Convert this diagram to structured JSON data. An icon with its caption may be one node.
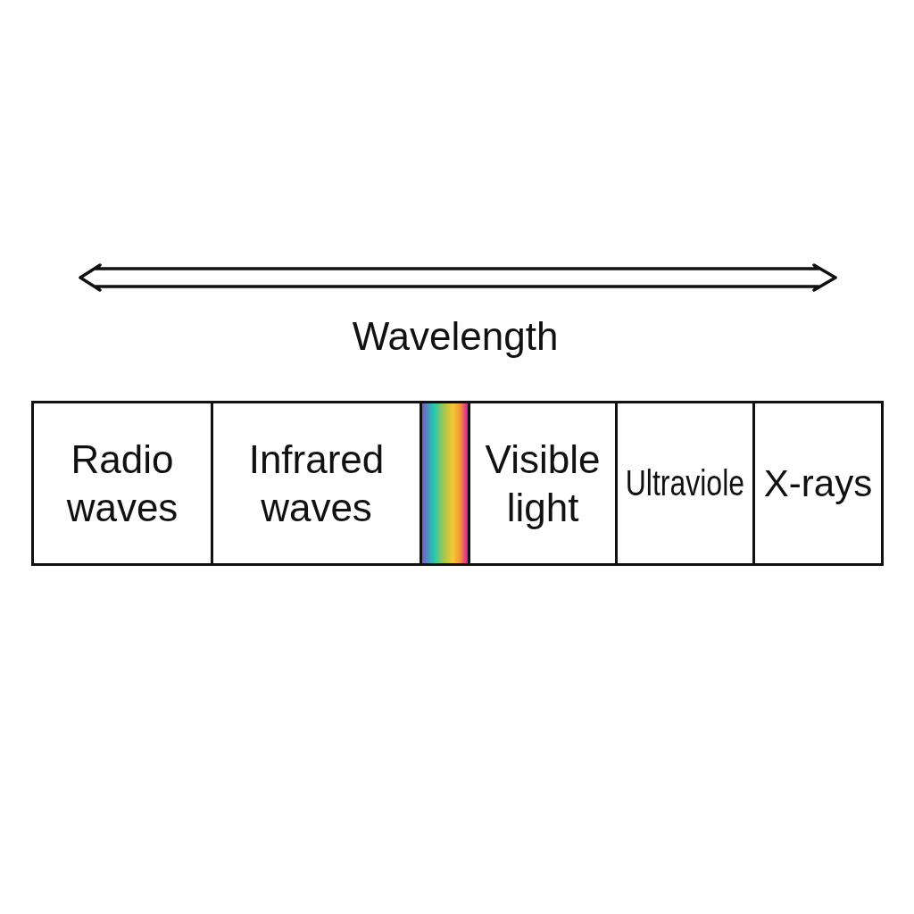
{
  "diagram": {
    "nodes": [
      {
        "text": [
          "Radio waves"
        ]
      },
      {
        "text": [
          "Infrared waves"
        ]
      },
      {
        "text": [],
        "shape": "bar"
      },
      {
        "text": [
          "Visible light"
        ]
      },
      {
        "text": [
          "Ultraviole"
        ]
      },
      {
        "text": [
          "X-rays"
        ]
      }
    ],
    "labels": [
      "Wavelength"
    ]
  }
}
